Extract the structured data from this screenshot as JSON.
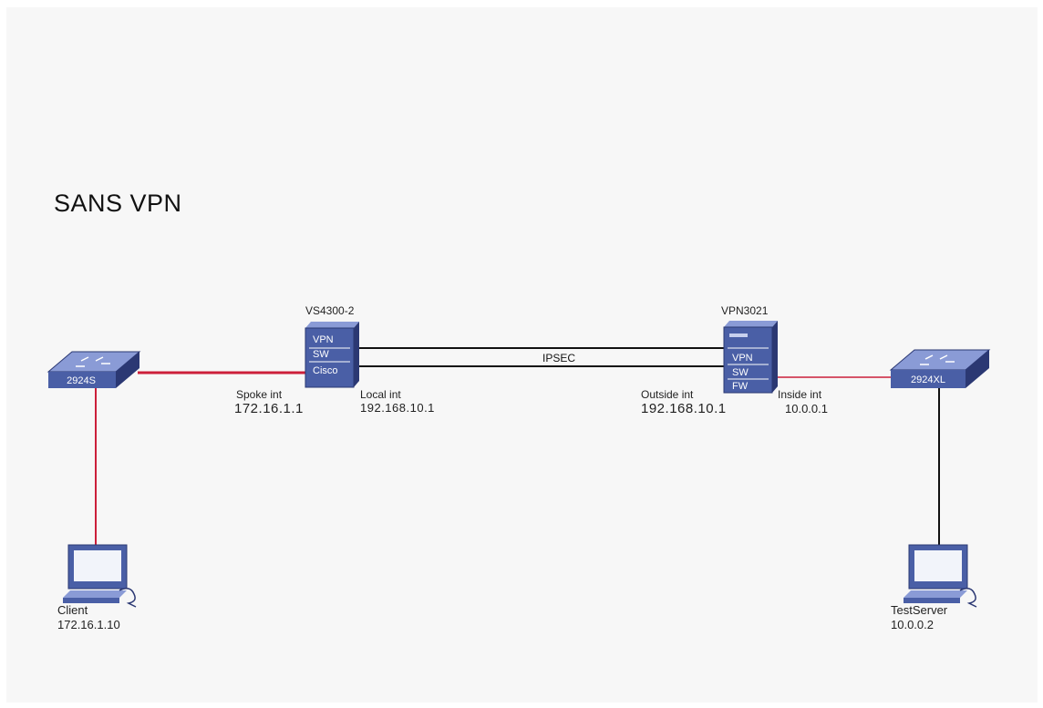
{
  "title": "SANS VPN",
  "colors": {
    "background": "#f7f7f7",
    "device_blue": "#4a5fa6",
    "device_light": "#8a9bd6",
    "device_dark": "#2b3873",
    "red_link": "#cc1f3a",
    "black_link": "#111111"
  },
  "switch_left": {
    "label": "2924S",
    "icon": "switch-icon"
  },
  "switch_right": {
    "label": "2924XL",
    "icon": "switch-icon"
  },
  "vpn_left": {
    "name": "VS4300-2",
    "rows": [
      "VPN",
      "SW",
      "Cisco"
    ],
    "spoke_label": "Spoke int",
    "spoke_ip": "172.16.1.1",
    "local_label": "Local int",
    "local_ip": "192.168.10.1",
    "icon": "vpn-concentrator-icon"
  },
  "vpn_right": {
    "name": "VPN3021",
    "rows": [
      "VPN",
      "SW",
      "FW"
    ],
    "outside_label": "Outside int",
    "outside_ip": "192.168.10.1",
    "inside_label": "Inside int",
    "inside_ip": "10.0.0.1",
    "icon": "vpn-concentrator-icon"
  },
  "tunnel_label": "IPSEC",
  "client": {
    "name": "Client",
    "ip": "172.16.1.10",
    "icon": "computer-icon"
  },
  "server": {
    "name": "TestServer",
    "ip": "10.0.0.2",
    "icon": "computer-icon"
  }
}
